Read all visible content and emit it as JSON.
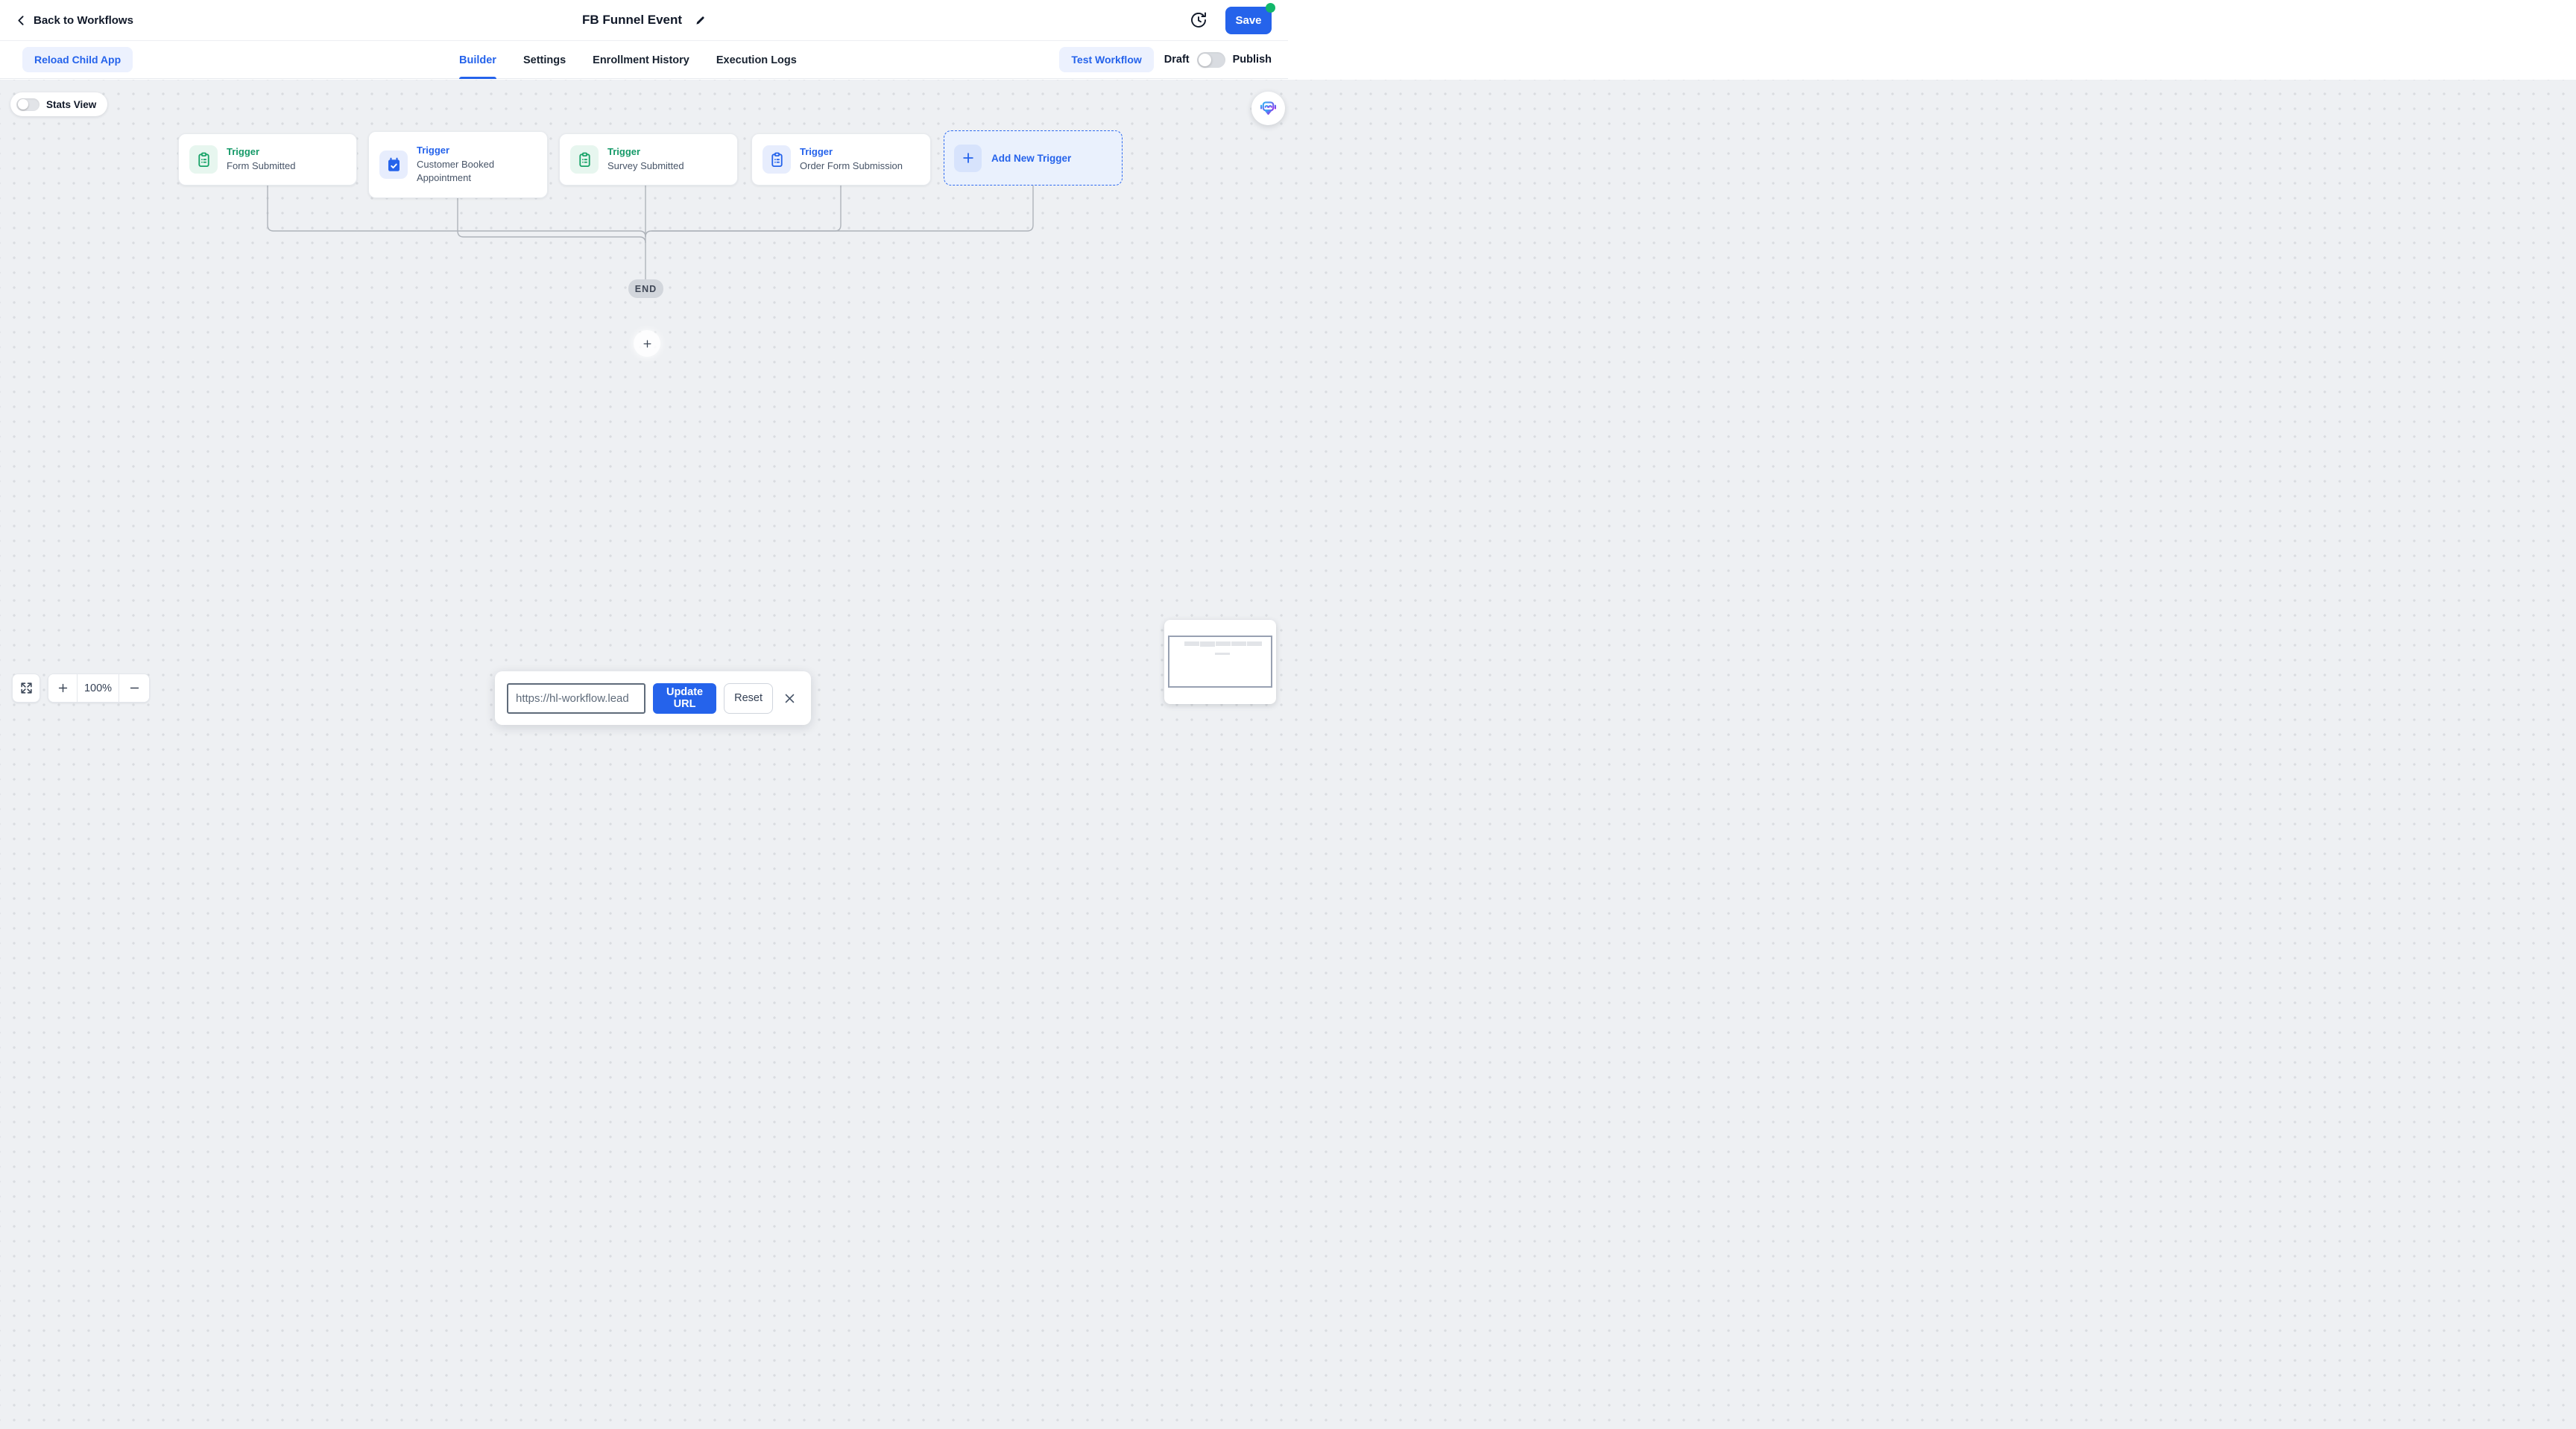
{
  "header": {
    "back_label": "Back to Workflows",
    "title": "FB Funnel Event",
    "save_label": "Save"
  },
  "toolbar": {
    "reload_label": "Reload Child App",
    "tabs": [
      {
        "label": "Builder",
        "active": true
      },
      {
        "label": "Settings",
        "active": false
      },
      {
        "label": "Enrollment History",
        "active": false
      },
      {
        "label": "Execution Logs",
        "active": false
      }
    ],
    "test_workflow_label": "Test Workflow",
    "draft_label": "Draft",
    "publish_label": "Publish",
    "publish_toggle_state": "off"
  },
  "canvas": {
    "stats_view_label": "Stats View",
    "stats_toggle_state": "off",
    "triggers": [
      {
        "label": "Trigger",
        "name": "Form Submitted",
        "color": "green",
        "icon": "clipboard-icon"
      },
      {
        "label": "Trigger",
        "name": "Customer Booked Appointment",
        "color": "blue",
        "icon": "calendar-check-icon"
      },
      {
        "label": "Trigger",
        "name": "Survey Submitted",
        "color": "green",
        "icon": "clipboard-icon"
      },
      {
        "label": "Trigger",
        "name": "Order Form Submission",
        "color": "blue",
        "icon": "clipboard-icon"
      }
    ],
    "add_new_trigger_label": "Add New Trigger",
    "end_label": "END"
  },
  "zoom_controls": {
    "zoom_level": "100%"
  },
  "url_bar": {
    "value": "https://hl-workflow.lead",
    "update_label": "Update URL",
    "reset_label": "Reset"
  },
  "colors": {
    "accent": "#2563eb",
    "trigger_green": "#159a68",
    "green_tile": "#e7f6ef",
    "blue_tile": "#e7edfd",
    "save_dot": "#12b76a",
    "canvas_bg": "#eef0f3"
  }
}
